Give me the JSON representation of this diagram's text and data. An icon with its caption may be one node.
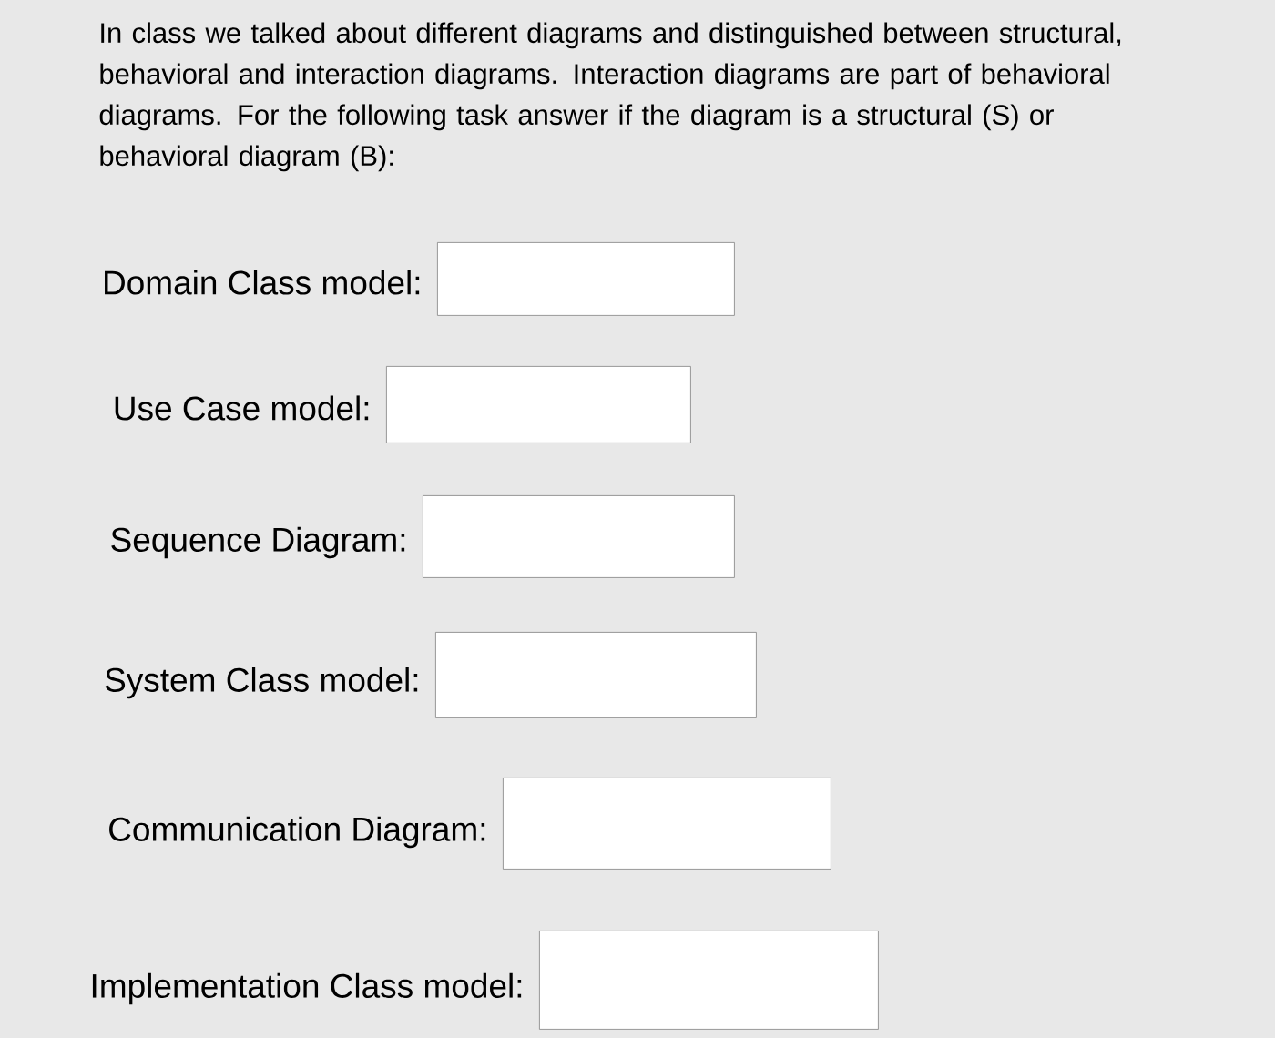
{
  "diagram": {
    "nodes": [
      {
        "text": [],
        "shape": "box",
        "beside": [
          "Domain Class model:"
        ]
      },
      {
        "text": [],
        "shape": "box",
        "beside": [
          "Use Case model:"
        ]
      },
      {
        "text": [],
        "shape": "box",
        "beside": [
          "Sequence Diagram:"
        ]
      },
      {
        "text": [],
        "shape": "box",
        "beside": [
          "System Class model:"
        ]
      },
      {
        "text": [],
        "shape": "box",
        "beside": [
          "Communication Diagram:"
        ]
      },
      {
        "text": [],
        "shape": "box",
        "beside": [
          "Implementation Class model:"
        ]
      }
    ],
    "labels": [
      "In class we talked about different diagrams and distinguished between structural, behavioral and interaction diagrams. Interaction diagrams are part of behavioral diagrams. For the following task answer if the diagram is a structural (S) or behavioral diagram (B):"
    ]
  }
}
